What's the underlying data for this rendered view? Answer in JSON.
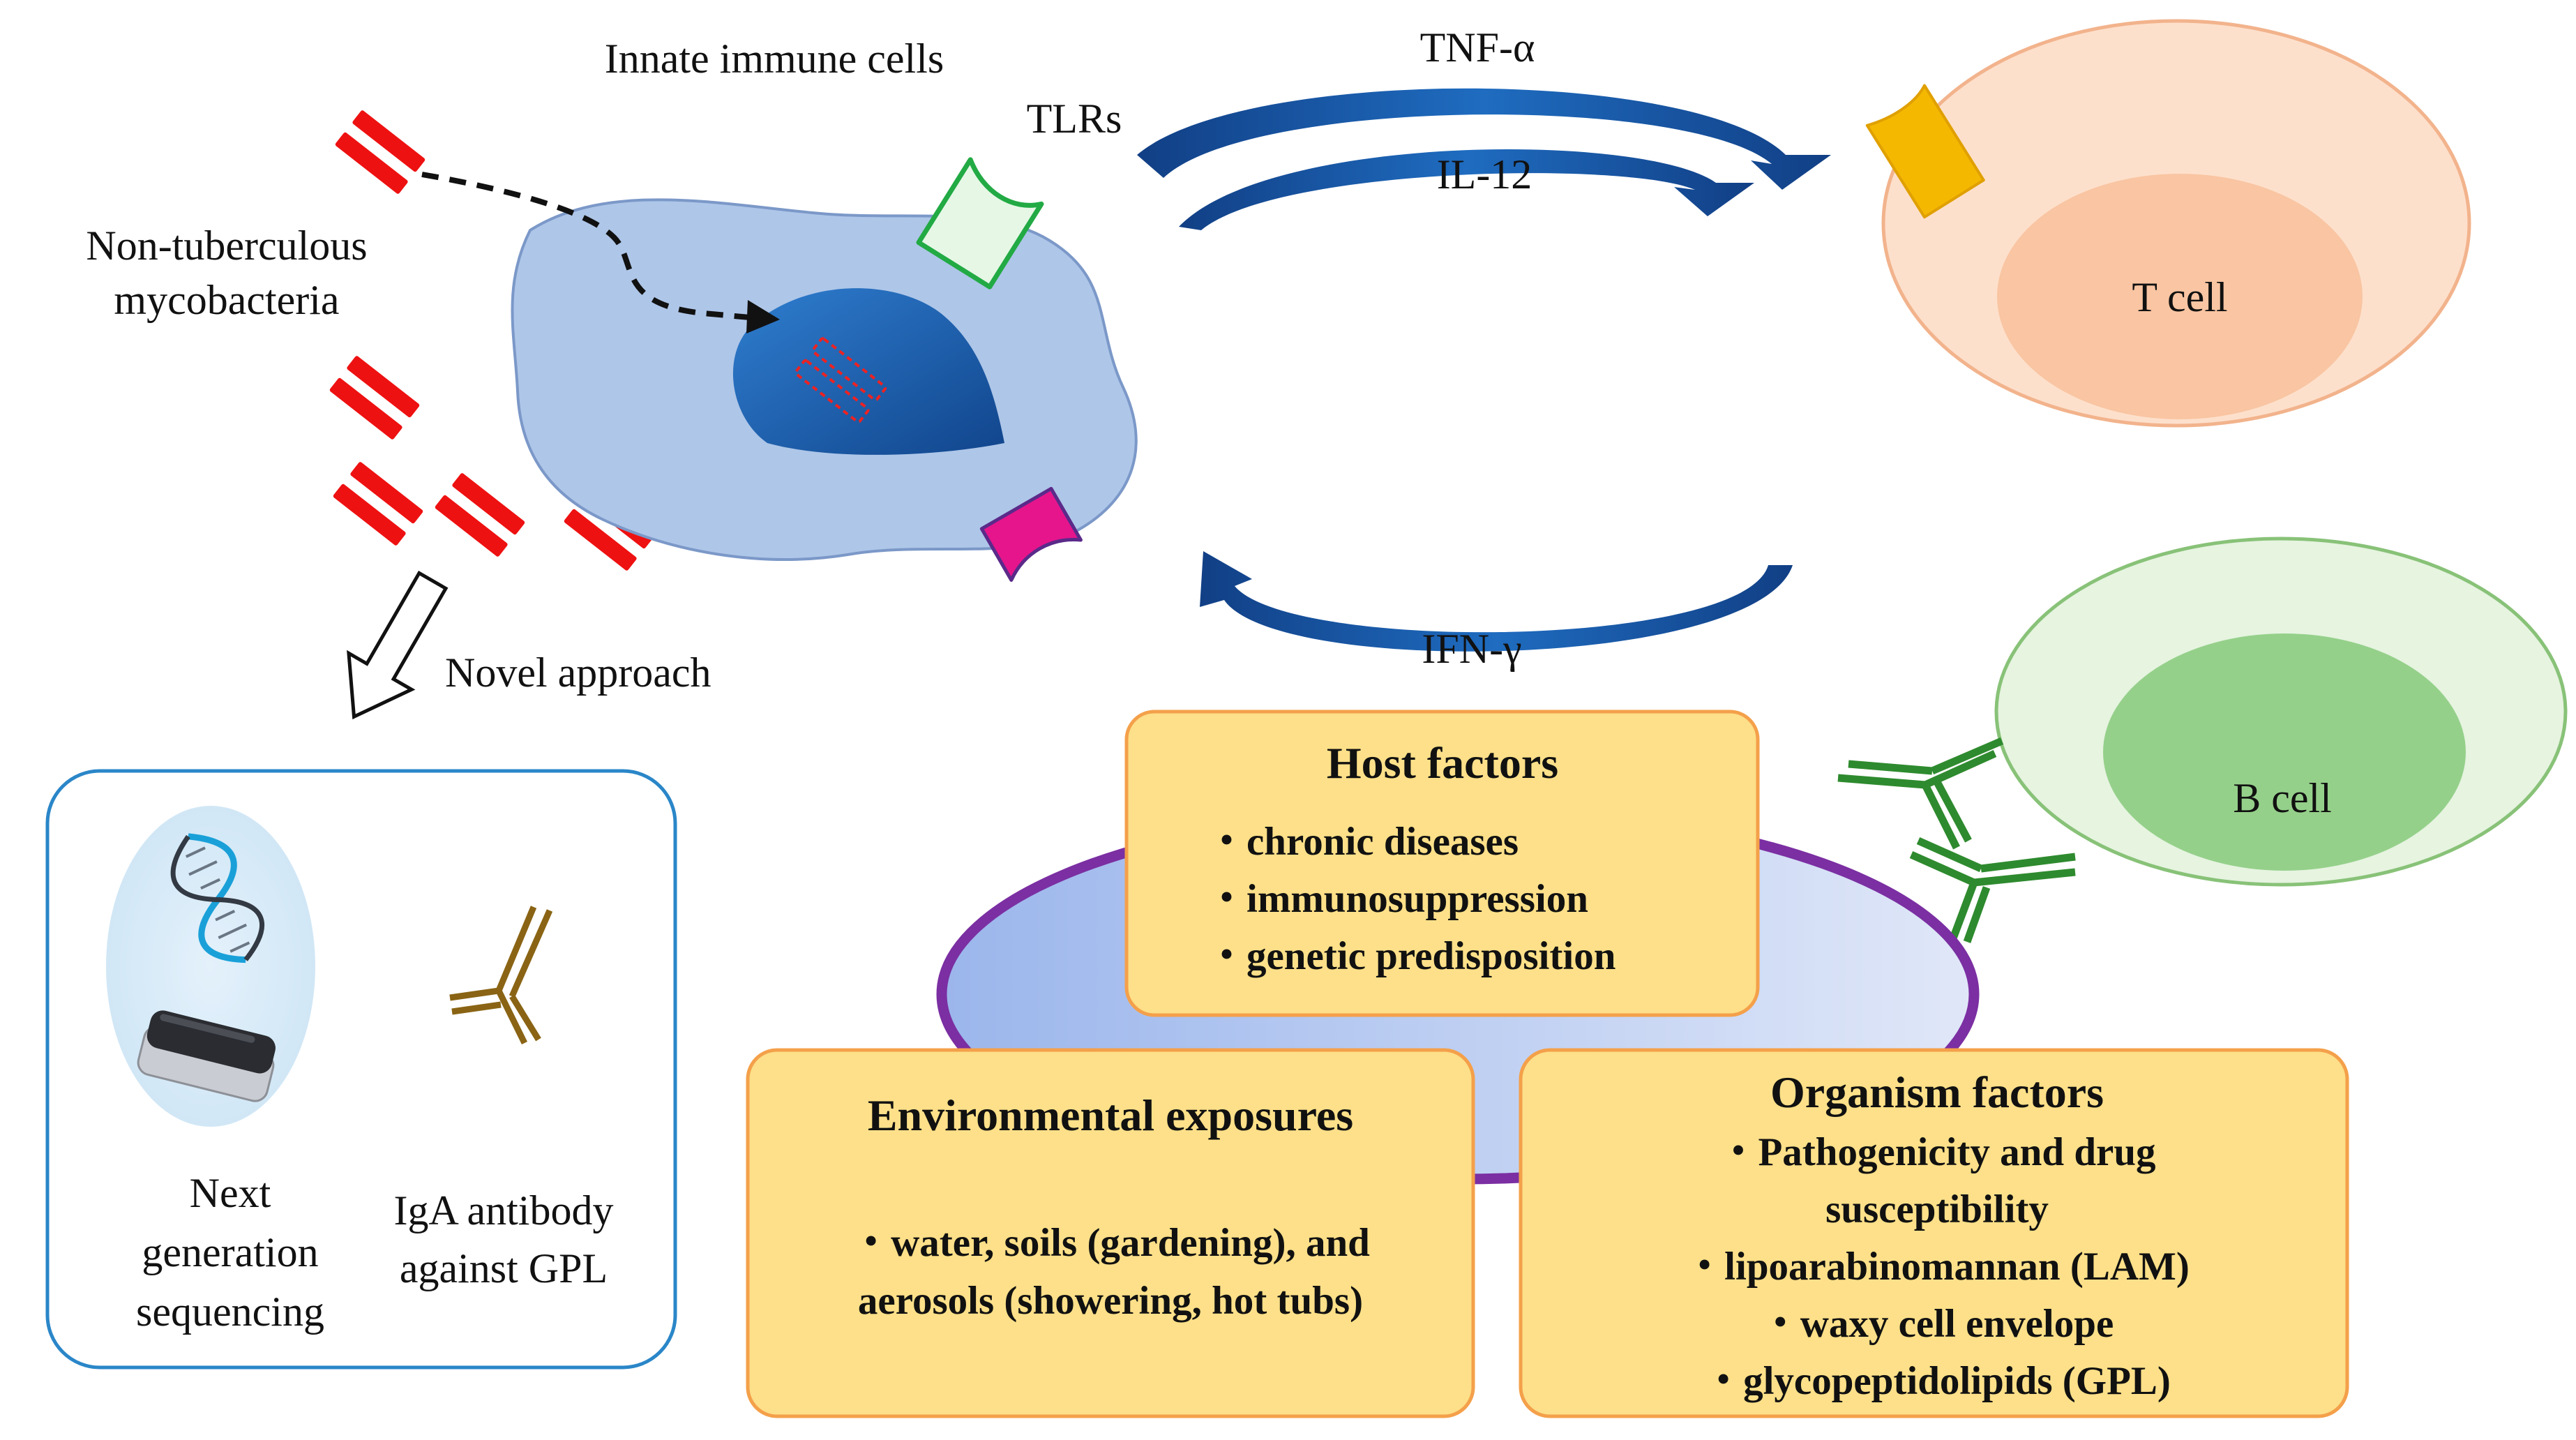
{
  "labels": {
    "innate_cells": "Innate immune cells",
    "tlrs": "TLRs",
    "ntm_line1": "Non-tuberculous",
    "ntm_line2": "mycobacteria",
    "tnf": "TNF-α",
    "il12": "IL-12",
    "ifn": "IFN-γ",
    "t_cell": "T cell",
    "b_cell": "B cell",
    "novel_approach": "Novel approach"
  },
  "approach_panel": {
    "ngs_lines": [
      "Next",
      "generation",
      "sequencing"
    ],
    "iga_lines": [
      "IgA antibody",
      "against GPL"
    ]
  },
  "host_box": {
    "title": "Host factors",
    "items": [
      "・chronic diseases",
      "・immunosuppression",
      "・genetic predisposition"
    ]
  },
  "env_box": {
    "title": "Environmental exposures",
    "items": [
      "・water, soils (gardening), and",
      "aerosols  (showering, hot tubs)"
    ]
  },
  "org_box": {
    "title": "Organism factors",
    "items": [
      "・Pathogenicity and drug",
      "susceptibility",
      "・lipoarabinomannan (LAM)",
      "・waxy cell envelope",
      "・glycopeptidolipids (GPL)"
    ]
  },
  "colors": {
    "bacteria": "#ee1111",
    "innate_cell": "#aec6e8",
    "nucleus": "#1f5fa8",
    "tlr": "#22aa44",
    "receptor_magenta": "#e6158c",
    "arrow_blue": "#1a5ea8",
    "t_cell_outer": "#fde0cc",
    "t_cell_inner": "#f9c5a2",
    "tcr": "#f5b800",
    "b_cell_outer": "#e6f4e0",
    "b_cell_inner": "#95d08a",
    "antibody_green": "#2e8a2e",
    "antibody_brown": "#8a6414",
    "box_fill": "#fde089",
    "box_stroke": "#f4a04a",
    "ellipse_stroke": "#7b2fa2",
    "panel_stroke": "#2a86c8"
  }
}
